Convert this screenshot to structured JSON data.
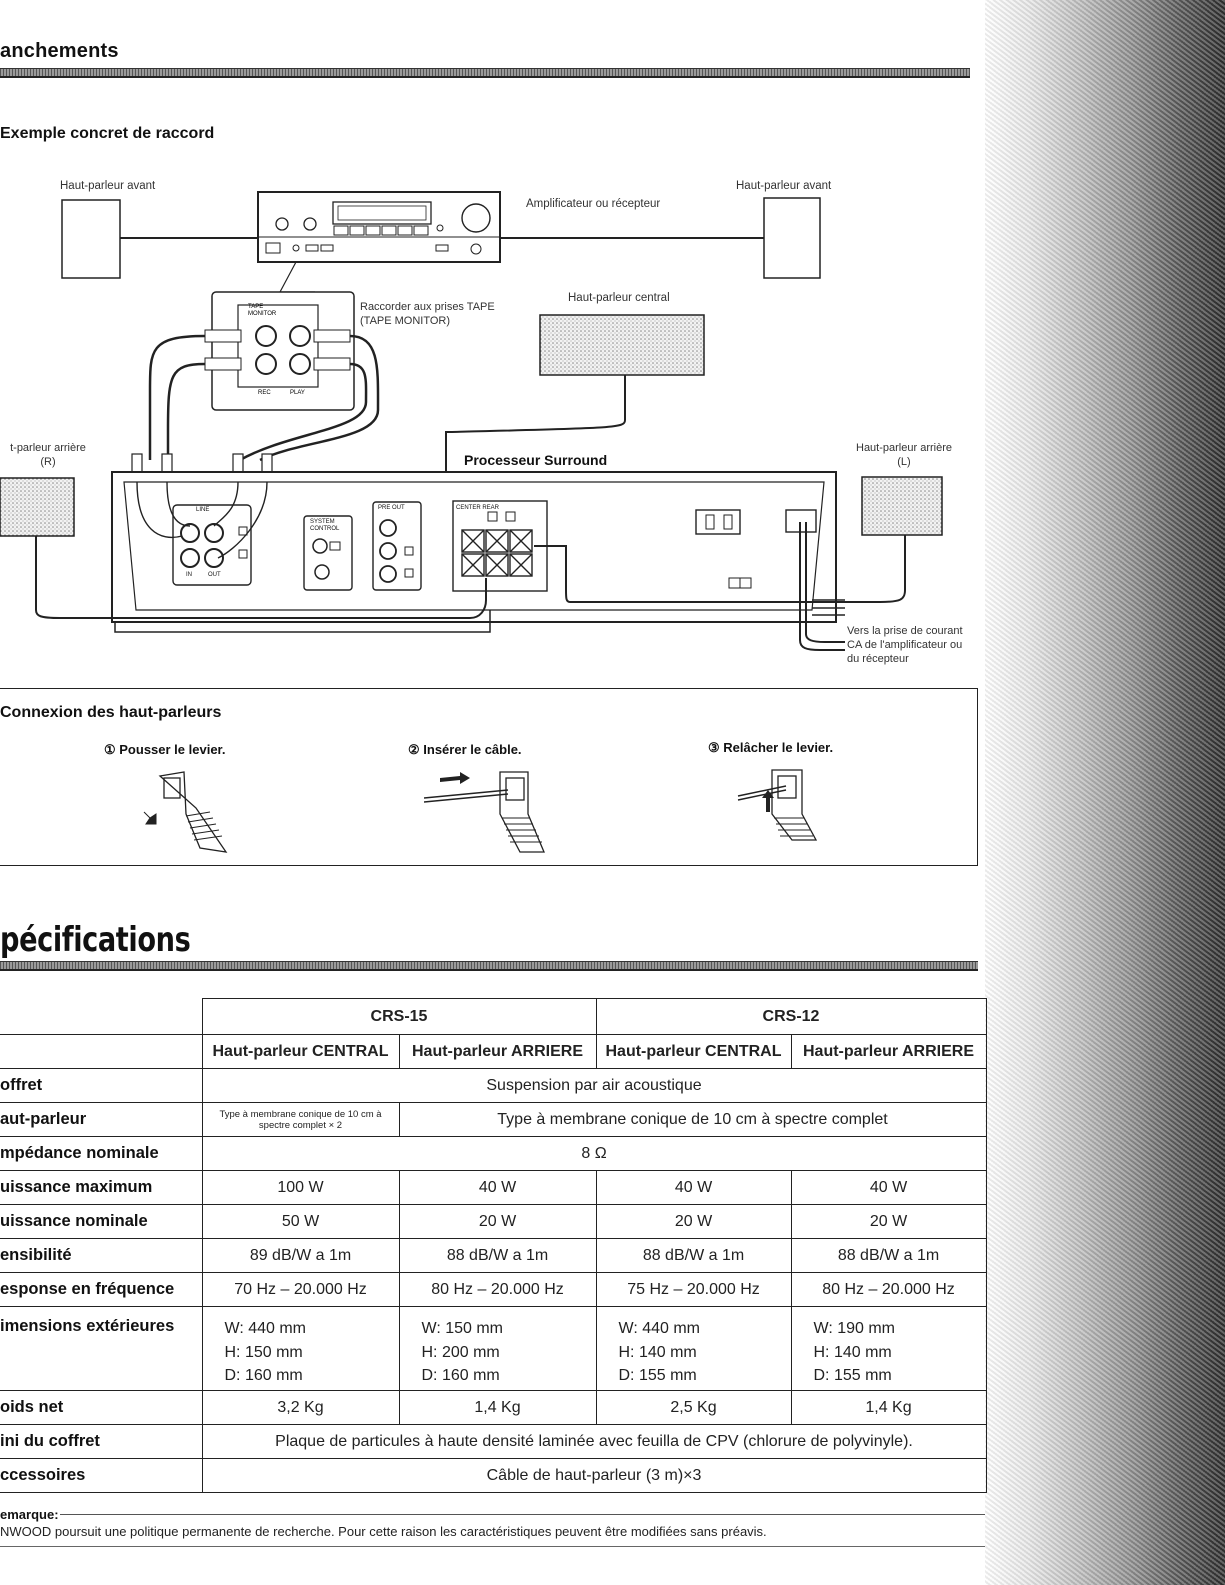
{
  "header": {
    "title": "anchements"
  },
  "example": {
    "title": "Exemple concret de raccord",
    "front_left": "Haut-parleur avant",
    "front_right": "Haut-parleur avant",
    "amplifier": "Amplificateur ou récepteur",
    "tape_note_1": "Raccorder aux prises TAPE",
    "tape_note_2": "(TAPE MONITOR)",
    "tape_label": "TAPE",
    "monitor_label": "MONITOR",
    "rec_label": "REC",
    "play_label": "PLAY",
    "center": "Haut-parleur central",
    "rear_left_1": "t-parleur arrière",
    "rear_left_2": "(R)",
    "rear_right_1": "Haut-parleur arrière",
    "rear_right_2": "(L)",
    "processor": "Processeur Surround",
    "line_label": "LINE",
    "in_label": "IN",
    "out_label": "OUT",
    "system_label_1": "SYSTEM",
    "system_label_2": "CONTROL",
    "preout_label": "PRE OUT",
    "center_rear_label": "CENTER REAR",
    "ac_note_1": "Vers la prise de courant",
    "ac_note_2": "CA de l'amplificateur ou",
    "ac_note_3": "du récepteur"
  },
  "connection": {
    "title": "Connexion des haut-parleurs",
    "step1": "① Pousser le levier.",
    "step2": "② Insérer le câble.",
    "step3": "③ Relâcher le levier."
  },
  "specs": {
    "title": "pécifications",
    "models": [
      "CRS-15",
      "CRS-12"
    ],
    "sub_headers": [
      "Haut-parleur CENTRAL",
      "Haut-parleur ARRIERE",
      "Haut-parleur CENTRAL",
      "Haut-parleur ARRIERE"
    ],
    "rows": {
      "coffret": {
        "label": "offret",
        "value": "Suspension par air acoustique"
      },
      "hautparleur": {
        "label": "aut-parleur",
        "small": "Type à membrane conique de 10 cm à spectre complet × 2",
        "value": "Type à membrane conique de 10 cm à spectre complet"
      },
      "impedance": {
        "label": "mpédance nominale",
        "value": "8 Ω"
      },
      "puissance_max": {
        "label": "uissance maximum",
        "values": [
          "100 W",
          "40 W",
          "40 W",
          "40 W"
        ]
      },
      "puissance_nom": {
        "label": "uissance nominale",
        "values": [
          "50 W",
          "20 W",
          "20 W",
          "20 W"
        ]
      },
      "sensibilite": {
        "label": "ensibilité",
        "values": [
          "89 dB/W a 1m",
          "88 dB/W a 1m",
          "88 dB/W a 1m",
          "88 dB/W a 1m"
        ]
      },
      "response": {
        "label": "esponse en fréquence",
        "values": [
          "70 Hz – 20.000 Hz",
          "80 Hz – 20.000 Hz",
          "75 Hz – 20.000 Hz",
          "80 Hz – 20.000 Hz"
        ]
      },
      "dimensions": {
        "label": "imensions extérieures",
        "values": [
          [
            "W: 440 mm",
            "H:  150 mm",
            "D:  160 mm"
          ],
          [
            "W: 150 mm",
            "H:  200 mm",
            "D:  160 mm"
          ],
          [
            "W: 440 mm",
            "H:  140 mm",
            "D:  155 mm"
          ],
          [
            "W: 190 mm",
            "H:  140 mm",
            "D:  155 mm"
          ]
        ]
      },
      "poids": {
        "label": "oids net",
        "values": [
          "3,2 Kg",
          "1,4 Kg",
          "2,5 Kg",
          "1,4 Kg"
        ]
      },
      "fini": {
        "label": "ini du coffret",
        "value": "Plaque de particules à haute densité laminée avec feuilla de CPV (chlorure de polyvinyle)."
      },
      "accessoires": {
        "label": "ccessoires",
        "value": "Câble de haut-parleur (3 m)×3"
      }
    }
  },
  "remark": {
    "label": "emarque:",
    "text": "NWOOD poursuit une politique permanente de recherche. Pour cette raison les caractéristiques peuvent être modifiées sans préavis."
  }
}
